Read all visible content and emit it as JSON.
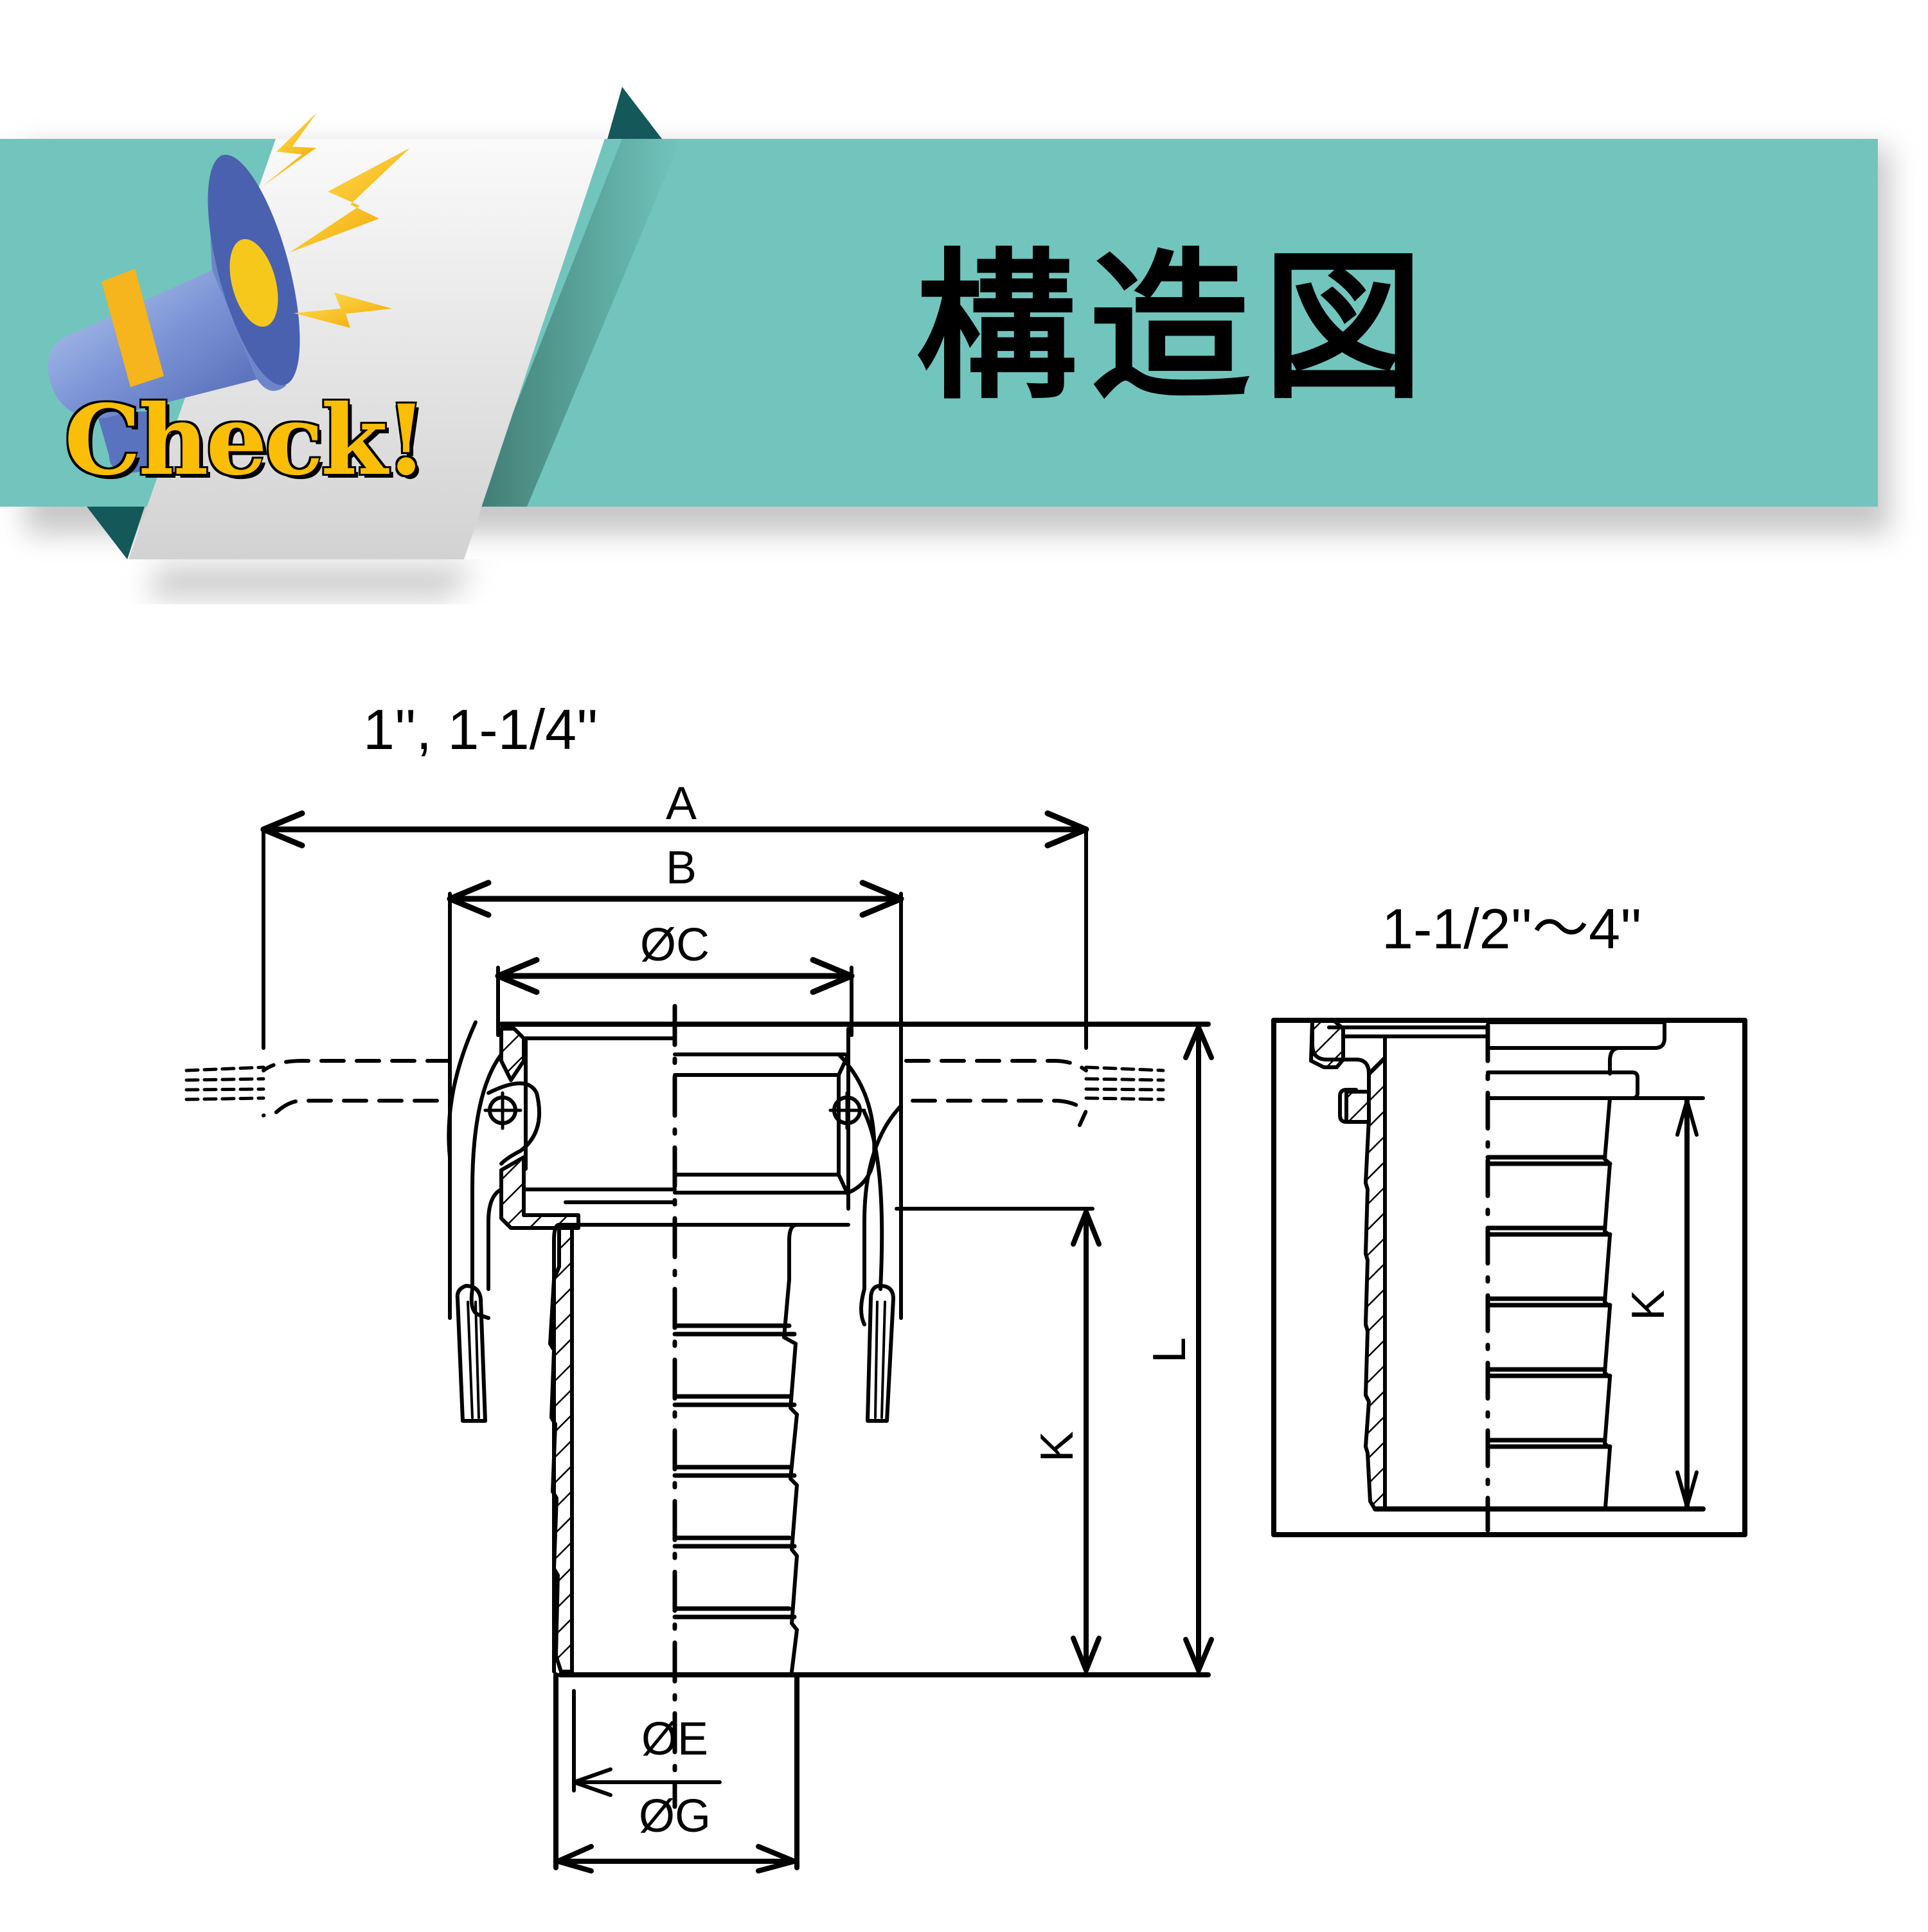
{
  "banner": {
    "badge_text": "Check!",
    "title": "構造図",
    "colors": {
      "banner_teal": "#71C5BD",
      "fold_dark": "#14585A",
      "ribbon_light": "#F2F2F2",
      "badge_yellow": "#F9BE05",
      "megaphone_blue": "#6E86C9"
    }
  },
  "drawing_small": {
    "size_label": "1'', 1-1/4''",
    "dimensions": {
      "A": "A",
      "B": "B",
      "C": "ØC",
      "E": "ØE",
      "G": "ØG",
      "K": "K",
      "L": "L"
    }
  },
  "drawing_large": {
    "size_label": "1-1/2''～4''",
    "dimensions": {
      "K": "K"
    }
  }
}
